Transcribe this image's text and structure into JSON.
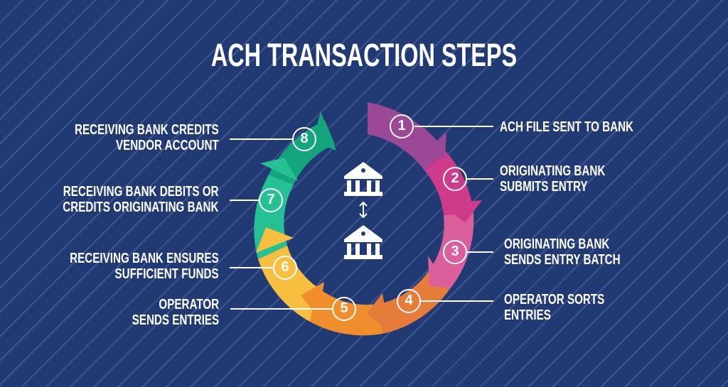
{
  "title": "ACH TRANSACTION STEPS",
  "colors": {
    "background": "#223a74",
    "stripe": "#3d5590",
    "step1": "#9b4897",
    "step2": "#cf3b8b",
    "step3": "#d9609b",
    "step4": "#e57c3a",
    "step5": "#f08d2d",
    "step6": "#f6bf40",
    "step7": "#26c095",
    "step8": "#14a57c"
  },
  "center_icons": [
    "bank-icon",
    "bidirectional-arrow-icon",
    "bank-icon"
  ],
  "steps": [
    {
      "number": "1",
      "line1": "ACH FILE SENT TO BANK",
      "line2": ""
    },
    {
      "number": "2",
      "line1": "ORIGINATING BANK",
      "line2": "SUBMITS ENTRY"
    },
    {
      "number": "3",
      "line1": "ORIGINATING BANK",
      "line2": "SENDS ENTRY BATCH"
    },
    {
      "number": "4",
      "line1": "OPERATOR SORTS",
      "line2": "ENTRIES"
    },
    {
      "number": "5",
      "line1": "OPERATOR",
      "line2": "SENDS ENTRIES"
    },
    {
      "number": "6",
      "line1": "RECEIVING BANK ENSURES",
      "line2": "SUFFICIENT FUNDS"
    },
    {
      "number": "7",
      "line1": "RECEIVING BANK DEBITS OR",
      "line2": "CREDITS ORIGINATING BANK"
    },
    {
      "number": "8",
      "line1": "RECEIVING BANK CREDITS",
      "line2": "VENDOR ACCOUNT"
    }
  ]
}
